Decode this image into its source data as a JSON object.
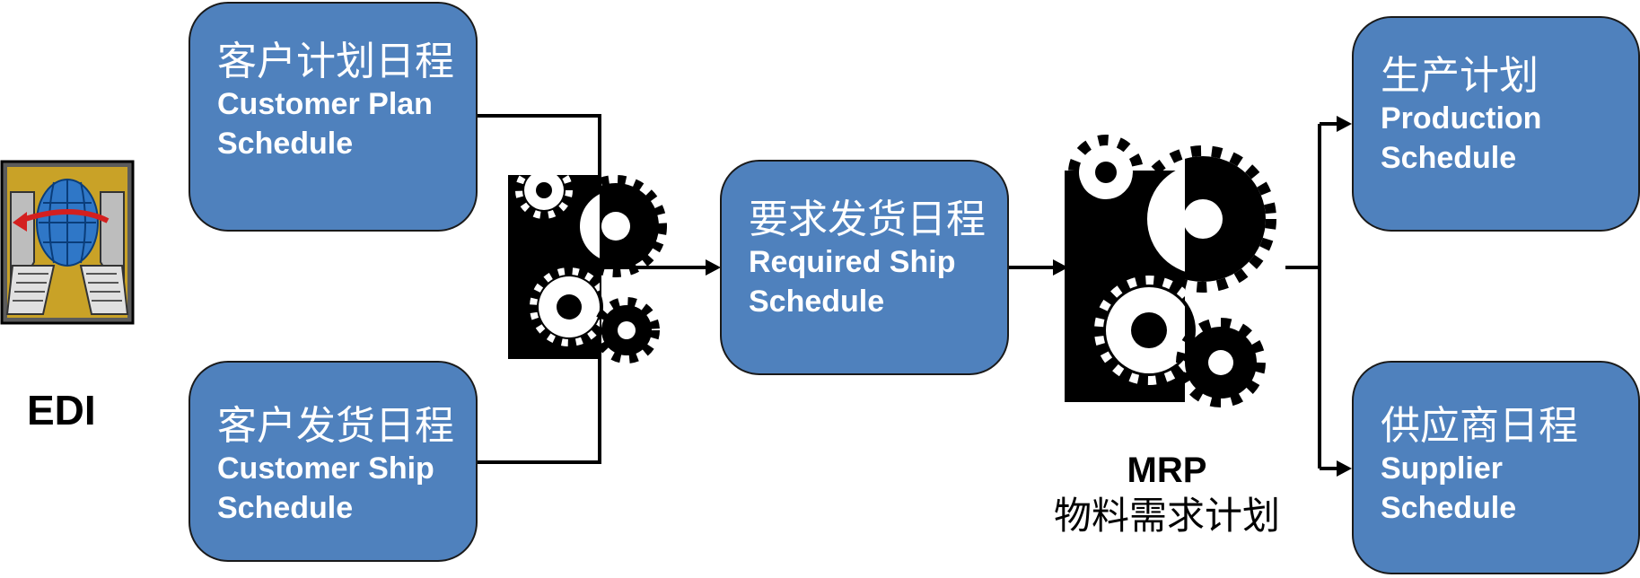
{
  "edi": {
    "label": "EDI",
    "icon": "edi-exchange-icon"
  },
  "customer_plan": {
    "cn": "客户计划日程",
    "en": "Customer Plan\nSchedule"
  },
  "customer_ship": {
    "cn": "客户发货日程",
    "en": "Customer Ship\nSchedule"
  },
  "required_ship": {
    "cn": "要求发货日程",
    "en": "Required Ship\nSchedule"
  },
  "production": {
    "cn": "生产计划",
    "en": "Production\nSchedule"
  },
  "supplier": {
    "cn": "供应商日程",
    "en": "Supplier\n Schedule"
  },
  "mrp": {
    "title": "MRP",
    "subtitle": "物料需求计划",
    "icon": "gears-icon"
  },
  "colors": {
    "box_fill": "#4f81bd",
    "box_border": "#1a1a1a",
    "text_on_box": "#ffffff",
    "connector": "#000000"
  }
}
